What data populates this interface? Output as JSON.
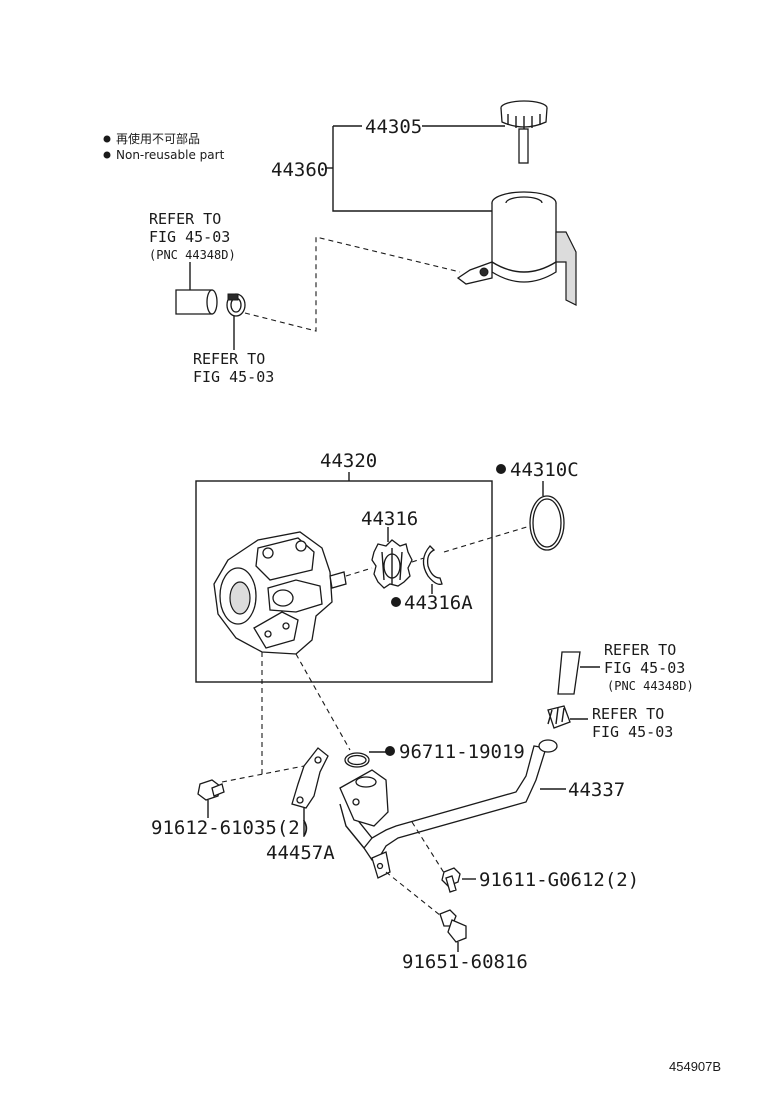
{
  "legend": {
    "non_reusable_jp": "再使用不可部品",
    "non_reusable_en": "Non-reusable part"
  },
  "parts": {
    "p44305": "44305",
    "p44360": "44360",
    "p44320": "44320",
    "p44310c": "44310C",
    "p44316": "44316",
    "p44316a": "44316A",
    "p96711": "96711-19019",
    "p44337": "44337",
    "p91612": "91612-61035(2)",
    "p44457a": "44457A",
    "p91611": "91611-G0612(2)",
    "p91651": "91651-60816"
  },
  "refs": {
    "refer_to": "REFER TO",
    "fig": "FIG 45-03",
    "pnc": "(PNC 44348D)"
  },
  "diagram_code": "454907B"
}
